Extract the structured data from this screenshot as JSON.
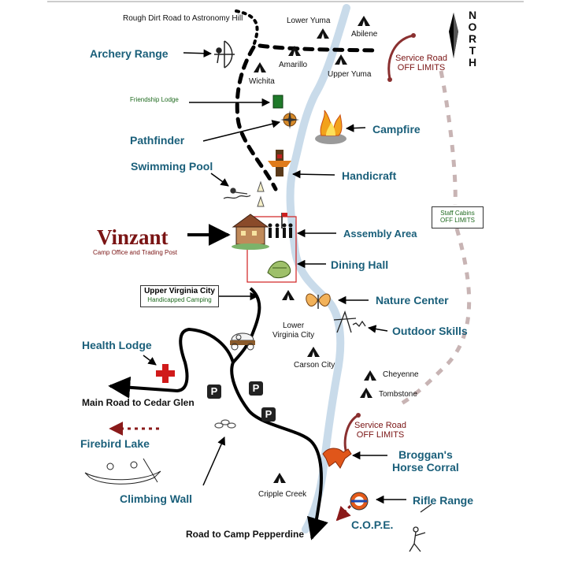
{
  "title": {
    "name": "Vinzant",
    "subtitle": "Camp Office and Trading Post"
  },
  "compass": {
    "letters": [
      "N",
      "O",
      "R",
      "T",
      "H"
    ]
  },
  "roads": {
    "rough": "Rough Dirt Road to Astronomy Hill",
    "main": "Main Road to Cedar Glen",
    "pepperdine": "Road to Camp Pepperdine"
  },
  "service_roads": [
    {
      "line1": "Service Road",
      "line2": "OFF LIMITS"
    },
    {
      "line1": "Service Road",
      "line2": "OFF LIMITS"
    }
  ],
  "staff_cabins": {
    "line1": "Staff Cabins",
    "line2": "OFF LIMITS"
  },
  "upper_virginia": {
    "line1": "Upper Virginia City",
    "line2": "Handicapped Camping"
  },
  "campsites": {
    "lower_yuma": "Lower Yuma",
    "abilene": "Abilene",
    "amarillo": "Amarillo",
    "upper_yuma": "Upper Yuma",
    "wichita": "Wichita",
    "lower_virginia": "Lower\nVirginia City",
    "carson": "Carson City",
    "cheyenne": "Cheyenne",
    "tombstone": "Tombstone",
    "cripple": "Cripple Creek"
  },
  "features": {
    "archery": "Archery Range",
    "friendship": "Friendship Lodge",
    "pathfinder": "Pathfinder",
    "swimming": "Swimming Pool",
    "campfire": "Campfire",
    "handicraft": "Handicraft",
    "assembly": "Assembly Area",
    "dining": "Dining Hall",
    "nature": "Nature Center",
    "outdoor": "Outdoor Skills",
    "health": "Health Lodge",
    "firebird": "Firebird Lake",
    "climbing": "Climbing Wall",
    "corral_1": "Broggan's",
    "corral_2": "Horse Corral",
    "rifle": "Rifle Range",
    "cope": "C.O.P.E."
  },
  "parking": [
    "P",
    "P",
    "P"
  ],
  "colors": {
    "teal": "#1a5f7a",
    "river": "#c9dbea",
    "brand": "#7a1414",
    "service": "#c8b4b4"
  }
}
